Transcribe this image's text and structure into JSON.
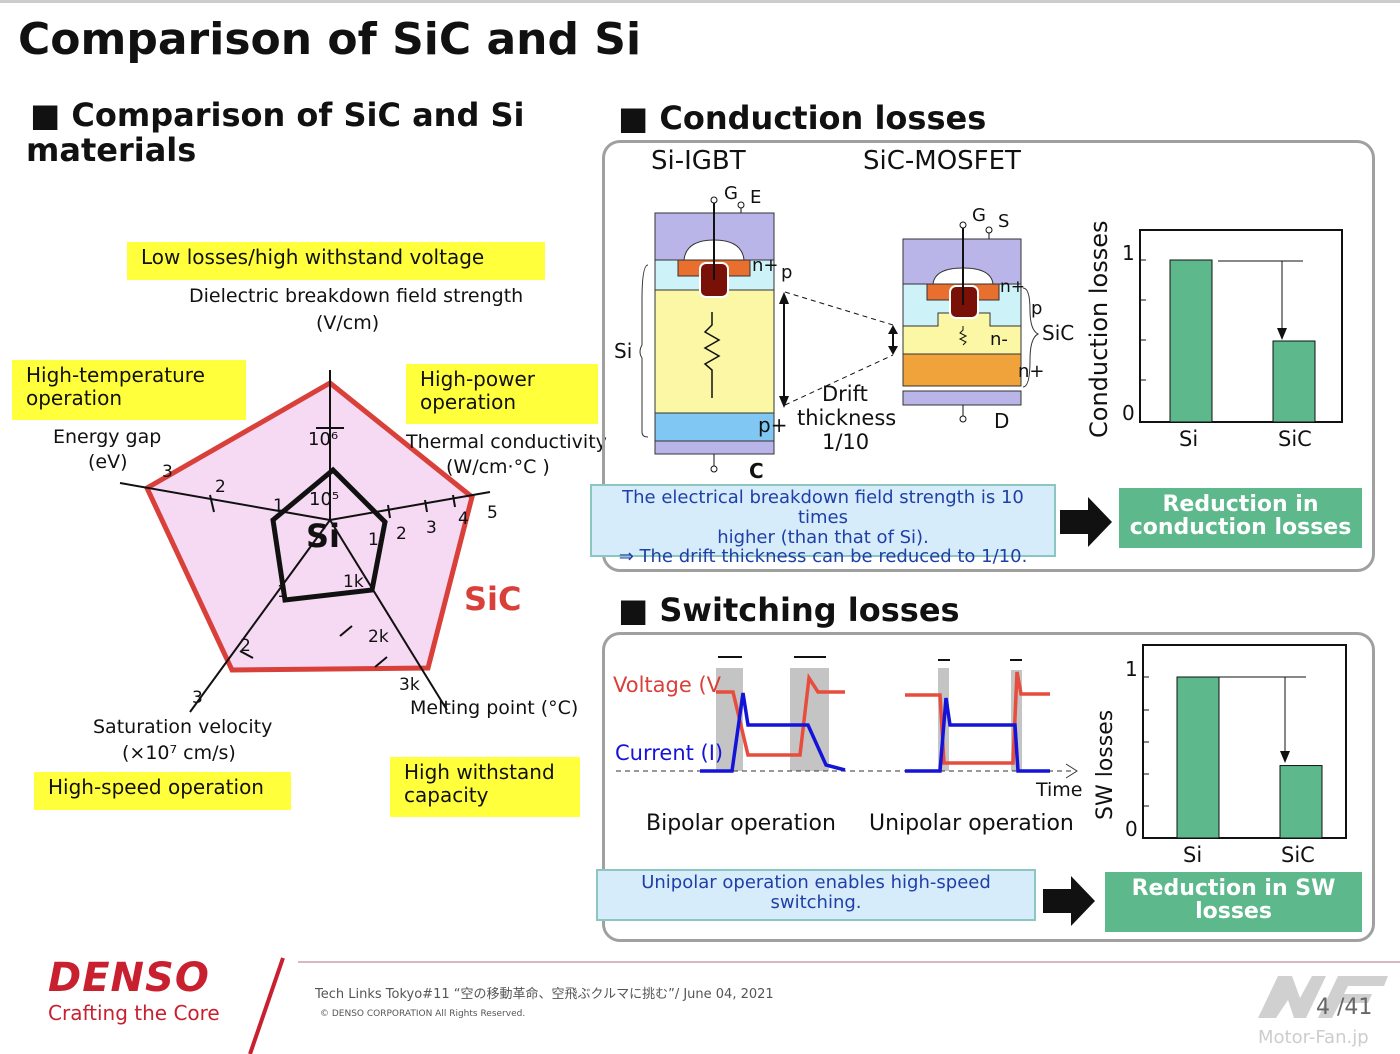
{
  "title": "Comparison of SiC and Si",
  "left": {
    "heading_line1": "■ Comparison of SiC and Si",
    "heading_line2": "materials",
    "tags": {
      "low_losses": "Low losses/high withstand voltage",
      "high_temp": "High-temperature operation",
      "high_power": "High-power operation",
      "high_speed": "High-speed operation",
      "high_withstand": "High withstand capacity"
    },
    "axes": {
      "dielectric": "Dielectric breakdown field strength",
      "dielectric_unit": "(V/cm)",
      "energy_gap": "Energy gap",
      "energy_gap_unit": "(eV)",
      "thermal": "Thermal conductivity",
      "thermal_unit": "(W/cm·°C )",
      "melting": "Melting point (°C)",
      "saturation": "Saturation velocity",
      "saturation_unit": "(×10⁷ cm/s)"
    },
    "ticks": {
      "d1": "10⁶",
      "d0": "10⁵",
      "e1": "1",
      "e2": "2",
      "e3": "3",
      "t1": "1",
      "t2": "2",
      "t3": "3",
      "t4": "4",
      "t5": "5",
      "m1": "1k",
      "m2": "2k",
      "m3": "3k",
      "s1": "1",
      "s2": "2",
      "s3": "3"
    },
    "si_label": "Si",
    "sic_label": "SiC",
    "colors": {
      "sic": "#d9403a",
      "sic_fill": "#f6d9f3"
    }
  },
  "conduction": {
    "heading": "■ Conduction losses",
    "si_igbt": "Si-IGBT",
    "sic_mosfet": "SiC-MOSFET",
    "labels": {
      "g1": "G",
      "e": "E",
      "np1": "n+",
      "p1": "p",
      "si": "Si",
      "pp": "p+",
      "c": "C",
      "g2": "G",
      "s": "S",
      "np2": "n+",
      "p2": "p",
      "nm": "n-",
      "np3": "n+",
      "sic": "SiC",
      "d": "D",
      "drift1": "Drift",
      "drift2": "thickness",
      "drift3": "1/10"
    },
    "note_line1": "The electrical breakdown field strength is 10 times",
    "note_line2": "higher (than that of Si).",
    "note_line3": "⇒ The drift thickness can be reduced to 1/10.",
    "result_line1": "Reduction in",
    "result_line2": "conduction losses"
  },
  "switching": {
    "heading": "■ Switching losses",
    "voltage": "Voltage (V",
    "current": "Current (I)",
    "time": "Time",
    "bipolar": "Bipolar operation",
    "unipolar": "Unipolar operation",
    "note_line1": "Unipolar operation enables high-speed",
    "note_line2": "switching.",
    "result_line1": "Reduction in SW",
    "result_line2": "losses"
  },
  "chart_data": [
    {
      "type": "bar",
      "title": "",
      "ylabel": "Conduction losses",
      "categories": [
        "Si",
        "SiC"
      ],
      "values": [
        1,
        0.5
      ],
      "ylim": [
        0,
        1
      ],
      "yticks": [
        "0",
        "1"
      ]
    },
    {
      "type": "bar",
      "title": "",
      "ylabel": "SW losses",
      "categories": [
        "Si",
        "SiC"
      ],
      "values": [
        1,
        0.45
      ],
      "ylim": [
        0,
        1
      ],
      "yticks": [
        "0",
        "1"
      ]
    }
  ],
  "footer": {
    "logo": "DENSO",
    "tagline": "Crafting the Core",
    "event": "Tech Links Tokyo#11 “空の移動革命、空飛ぶクルマに挑む”/ June 04, 2021",
    "copyright": "© DENSO CORPORATION All Rights Reserved.",
    "page": "4 /41",
    "watermark": "Motor-Fan.jp"
  }
}
